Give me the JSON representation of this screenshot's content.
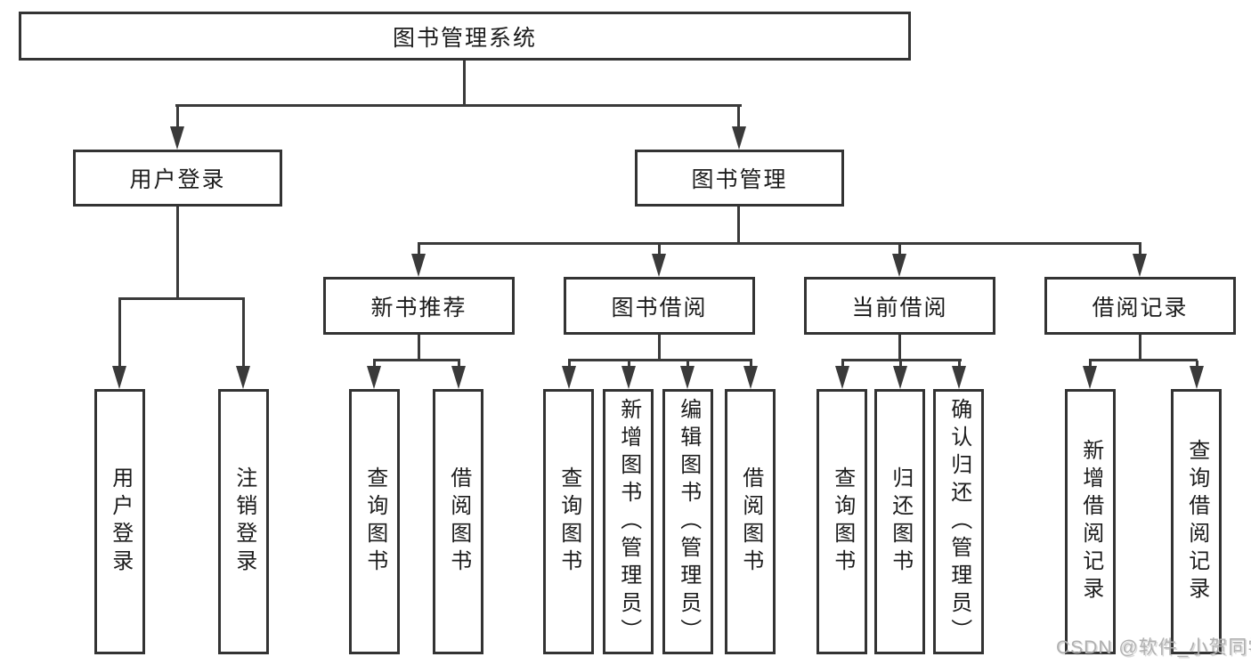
{
  "tree": {
    "root": "图书管理系统",
    "branches": [
      {
        "label": "用户登录",
        "children": [
          "用户登录",
          "注销登录"
        ]
      },
      {
        "label": "图书管理",
        "sections": [
          {
            "label": "新书推荐",
            "children": [
              "查询图书",
              "借阅图书"
            ]
          },
          {
            "label": "图书借阅",
            "children": [
              "查询图书",
              "新增图书（管理员）",
              "编辑图书（管理员）",
              "借阅图书"
            ]
          },
          {
            "label": "当前借阅",
            "children": [
              "查询图书",
              "归还图书",
              "确认归还（管理员）"
            ]
          },
          {
            "label": "借阅记录",
            "children": [
              "新增借阅记录",
              "查询借阅记录"
            ]
          }
        ]
      }
    ]
  },
  "watermark": "CSDN @软件_小贺同学",
  "colors": {
    "line": "#3a3a3a",
    "box-border": "#333333",
    "text": "#1c1c1c",
    "watermark": "#b0b0b0",
    "background": "#ffffff"
  }
}
